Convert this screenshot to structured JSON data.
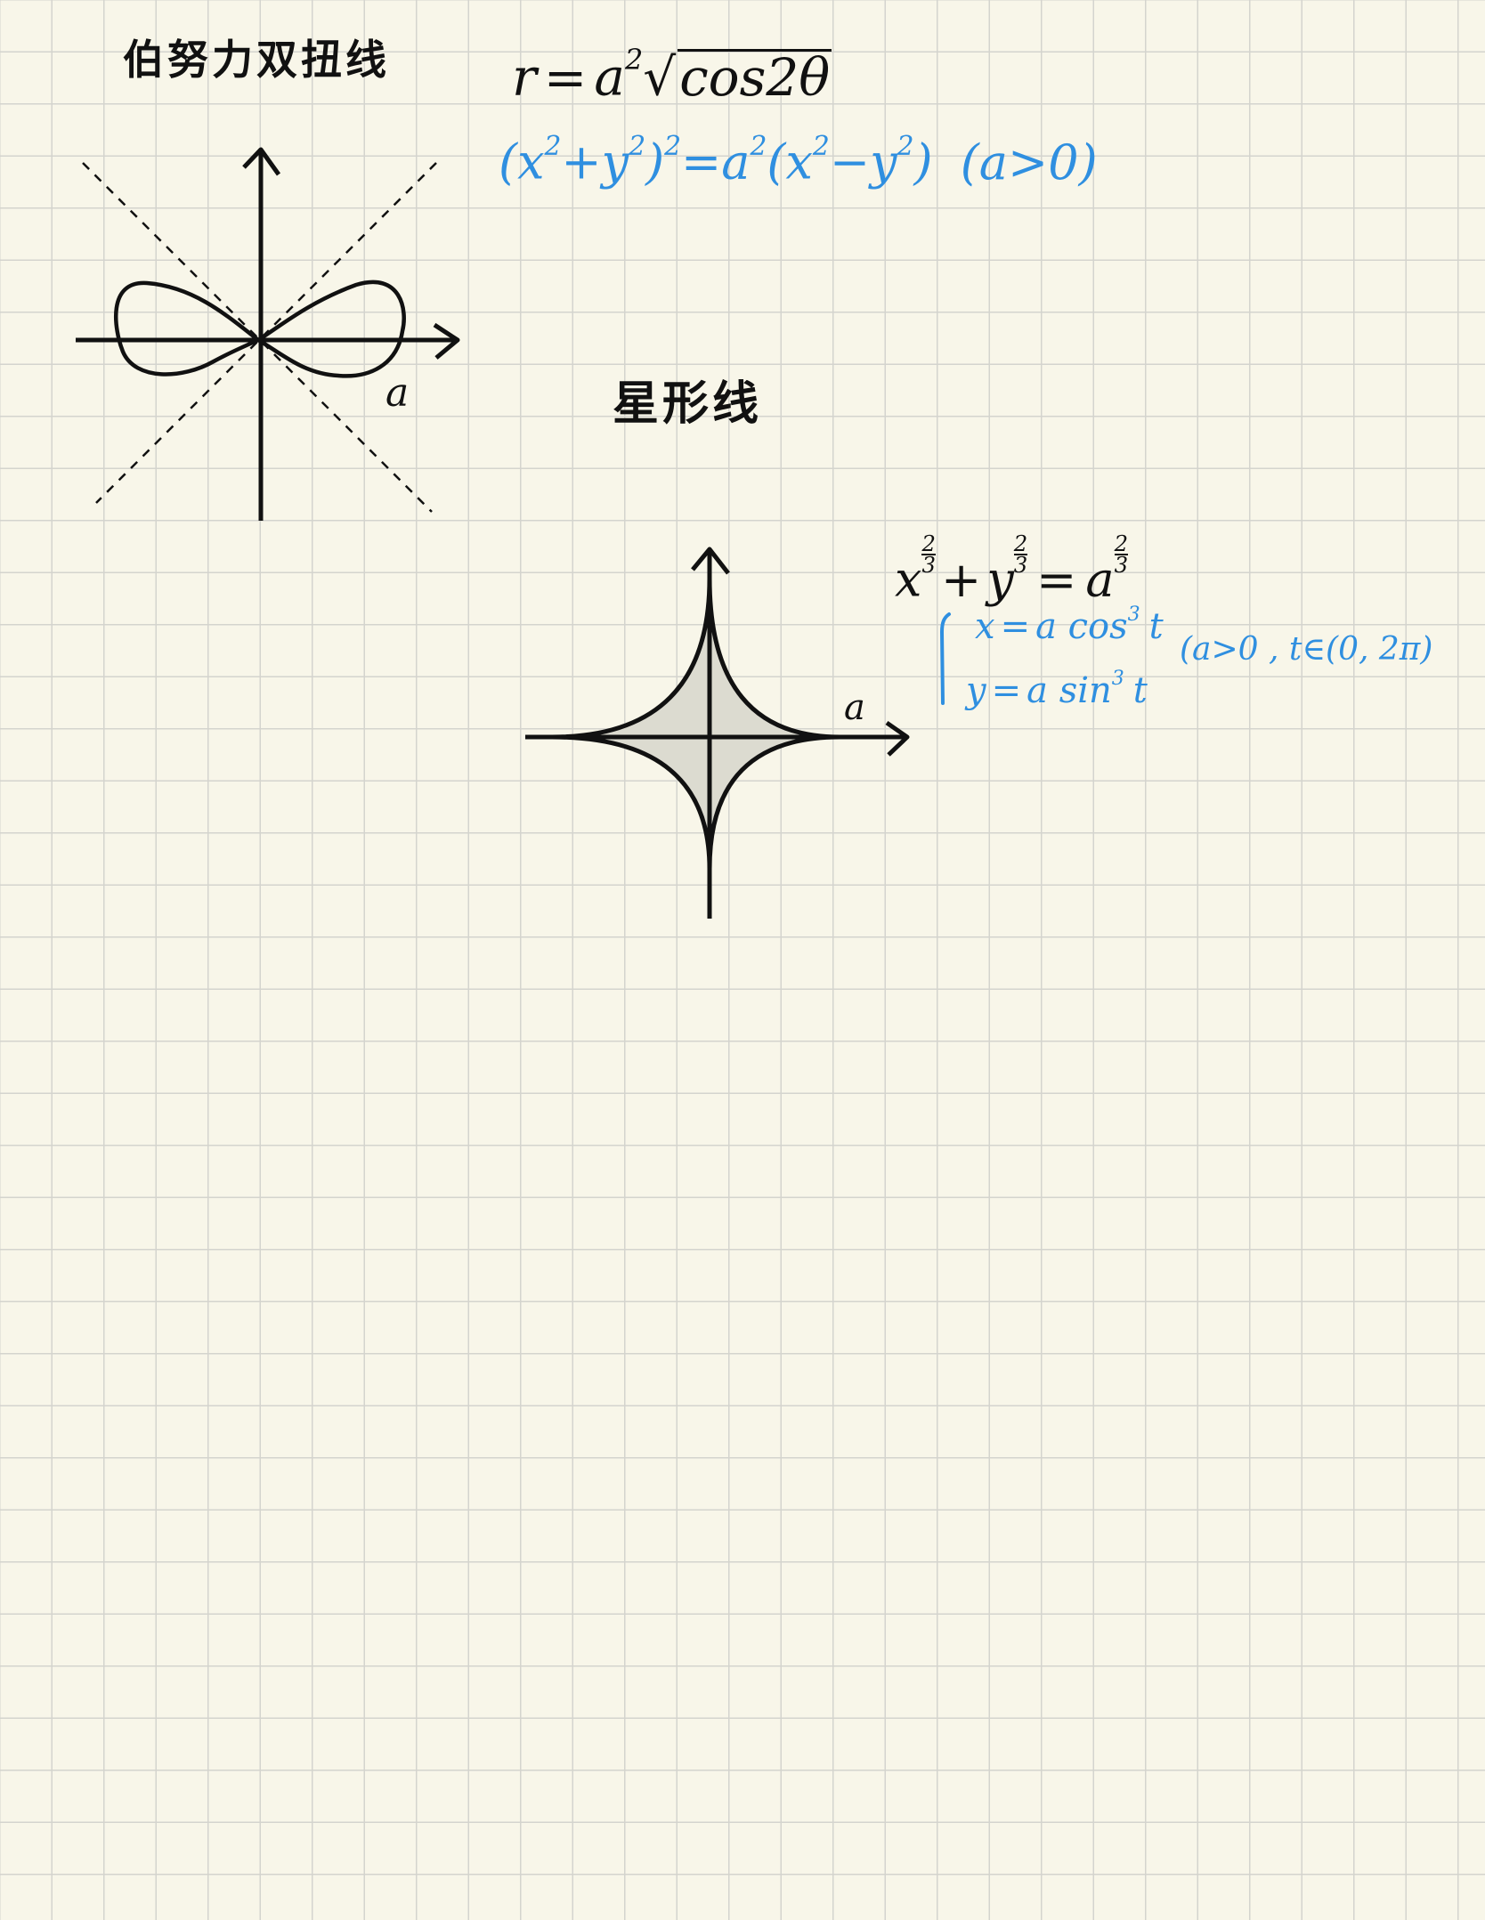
{
  "lemniscate": {
    "title": "伯努力双扭线",
    "polar": {
      "lhs": "r",
      "eq": "=",
      "coef": "a",
      "exp": "2",
      "root": "cos2θ"
    },
    "cartesian": {
      "open": "(x",
      "sq1": "2",
      "plus": "+",
      "y": "y",
      "sq2": "2",
      "close": ")",
      "outer_exp": "2",
      "eq": "=",
      "a": "a",
      "a_exp": "2",
      "mid": "(x",
      "sq3": "2",
      "minus": "−",
      "y2": "y",
      "sq4": "2",
      "end": ")",
      "condition": "(a>0)"
    },
    "axis_label": "a"
  },
  "astroid": {
    "title": "星形线",
    "equation": {
      "x": "x",
      "plus": "+",
      "y": "y",
      "eq": "=",
      "a": "a",
      "num": "2",
      "den": "3"
    },
    "param_x": {
      "lhs": "x",
      "eq": "=",
      "rhs": "a cos",
      "exp": "3",
      "var": "t"
    },
    "param_y": {
      "lhs": "y",
      "eq": "=",
      "rhs": "a sin",
      "exp": "3",
      "var": "t"
    },
    "condition": "(a>0 , t∈(0, 2π)",
    "axis_label": "a"
  },
  "colors": {
    "paper": "#f8f6e9",
    "grid": "#d4d4ce",
    "ink_black": "#111111",
    "ink_blue": "#2f8fe0",
    "astroid_fill": "#dcdbd0"
  }
}
